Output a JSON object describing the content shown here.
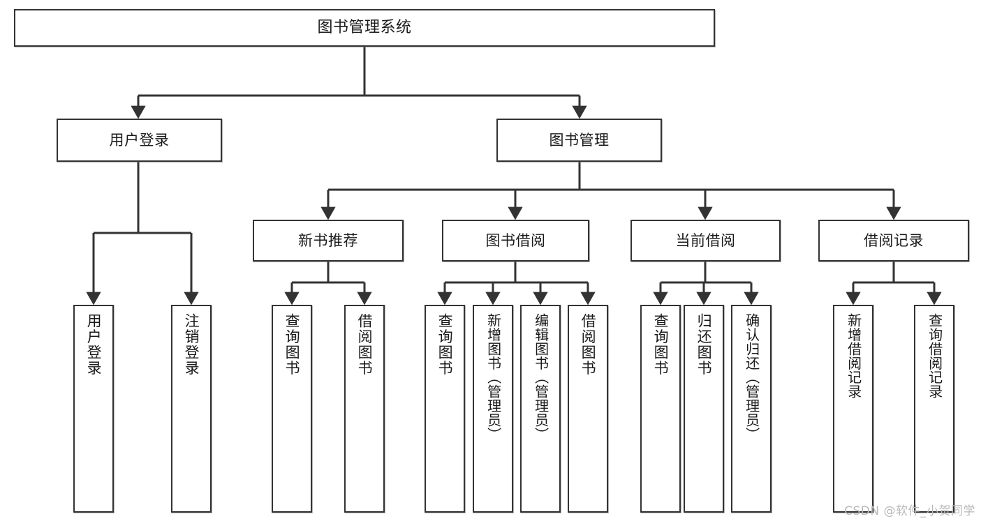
{
  "diagram": {
    "title": "图书管理系统",
    "type": "tree-hierarchy-chart",
    "root": {
      "label": "图书管理系统"
    },
    "level2": [
      {
        "label": "用户登录"
      },
      {
        "label": "图书管理"
      }
    ],
    "level3": [
      {
        "label": "新书推荐"
      },
      {
        "label": "图书借阅"
      },
      {
        "label": "当前借阅"
      },
      {
        "label": "借阅记录"
      }
    ],
    "leaves": {
      "user_login": [
        {
          "label": "用户登录"
        },
        {
          "label": "注销登录"
        }
      ],
      "new_book_recommend": [
        {
          "label": "查询图书"
        },
        {
          "label": "借阅图书"
        }
      ],
      "book_borrow": [
        {
          "label": "查询图书"
        },
        {
          "label": "新增图书（管理员）"
        },
        {
          "label": "编辑图书（管理员）"
        },
        {
          "label": "借阅图书"
        }
      ],
      "current_borrow": [
        {
          "label": "查询图书"
        },
        {
          "label": "归还图书"
        },
        {
          "label": "确认归还（管理员）"
        }
      ],
      "borrow_record": [
        {
          "label": "新增借阅记录"
        },
        {
          "label": "查询借阅记录"
        }
      ]
    }
  },
  "watermark": {
    "text": "CSDN @软件_小贺同学"
  },
  "colors": {
    "node_border": "#333333",
    "node_fill": "#ffffff",
    "edge": "#333333",
    "text": "#1a1a1a",
    "watermark": "#b9b9b9",
    "background": "#ffffff"
  }
}
